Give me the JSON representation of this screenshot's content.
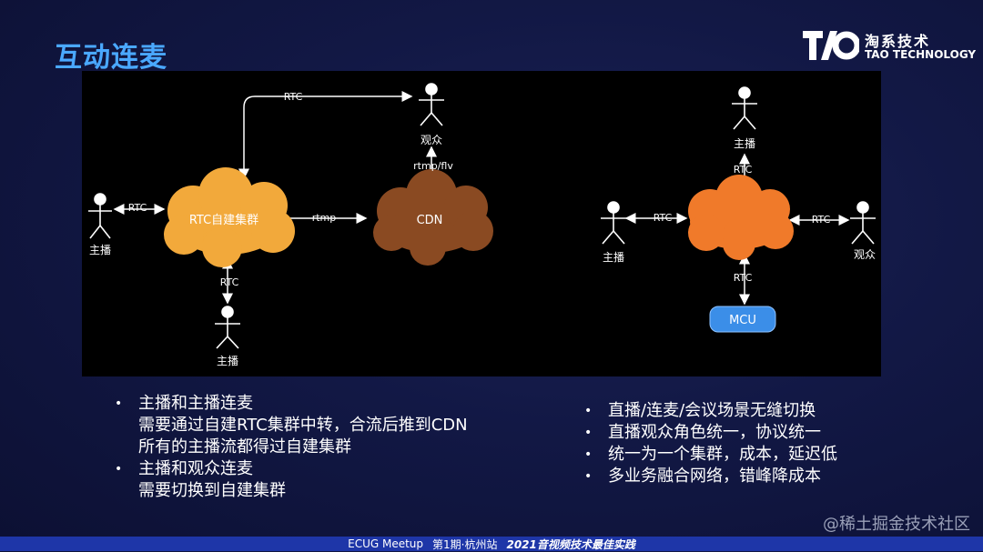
{
  "slide": {
    "title": "互动连麦"
  },
  "logo": {
    "name_cn": "淘系技术",
    "name_en": "TAO TECHNOLOGY",
    "mark": "tao-logo-mark"
  },
  "diagram_left": {
    "cluster": "RTC自建集群",
    "cdn": "CDN",
    "host_left": "主播",
    "host_bottom": "主播",
    "viewer": "观众",
    "edge_host_left": "RTC",
    "edge_host_bottom": "RTC",
    "edge_viewer_top": "RTC",
    "edge_cluster_cdn": "rtmp",
    "edge_cdn_viewer": "rtmp/flv"
  },
  "diagram_right": {
    "host_top": "主播",
    "host_left": "主播",
    "viewer": "观众",
    "mcu": "MCU",
    "edge_top": "RTC",
    "edge_left": "RTC",
    "edge_right": "RTC",
    "edge_bottom": "RTC"
  },
  "bullets_left": [
    {
      "lines": [
        "主播和主播连麦",
        "需要通过自建RTC集群中转，合流后推到CDN",
        "所有的主播流都得过自建集群"
      ]
    },
    {
      "lines": [
        "主播和观众连麦",
        "需要切换到自建集群"
      ]
    }
  ],
  "bullets_right": [
    "直播/连麦/会议场景无缝切换",
    "直播观众角色统一，协议统一",
    "统一为一个集群，成本，延迟低",
    "多业务融合网络，错峰降成本"
  ],
  "bullet_glyph": "•",
  "footer": {
    "event": "ECUG Meetup",
    "session": "第1期·杭州站",
    "theme": "2021音视频技术最佳实践"
  },
  "watermark": "@稀土掘金技术社区",
  "colors": {
    "title": "#4aa8ff",
    "cluster_cloud": "#f2a93b",
    "cdn_cloud": "#8a4a22",
    "mcu_cloud": "#f07a2a",
    "mcu_box": "#3b8ee8",
    "footer_bar": "#1e36a8"
  }
}
